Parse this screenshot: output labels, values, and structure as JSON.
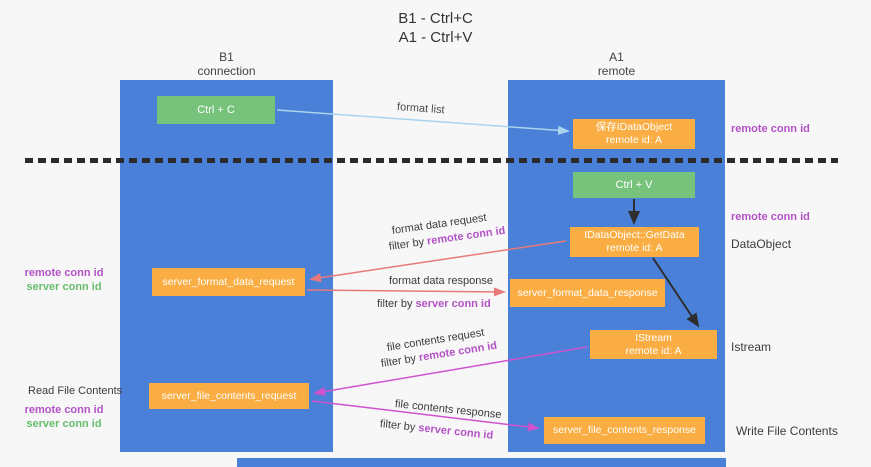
{
  "title": {
    "line1": "B1 - Ctrl+C",
    "line2": "A1 - Ctrl+V"
  },
  "columns": {
    "left": {
      "name": "B1",
      "role": "connection"
    },
    "right": {
      "name": "A1",
      "role": "remote"
    }
  },
  "boxes": {
    "ctrl_c": {
      "label": "Ctrl + C"
    },
    "save_dataobject": {
      "line1": "保存IDataObject",
      "line2": "remote id: A"
    },
    "ctrl_v": {
      "label": "Ctrl + V"
    },
    "getdata": {
      "line1": "IDataObject::GetData",
      "line2": "remote id: A"
    },
    "format_request": {
      "label": "server_format_data_request"
    },
    "format_response": {
      "label": "server_format_data_response"
    },
    "istream": {
      "line1": "IStream",
      "line2": "remote id: A"
    },
    "file_request": {
      "label": "server_file_contents_request"
    },
    "file_response": {
      "label": "server_file_contents_response"
    }
  },
  "messages": {
    "format_list": "format list",
    "filter_prefix": "filter by ",
    "format_request": {
      "text": "format data request",
      "filter_key": "remote conn id"
    },
    "format_response": {
      "text": "format data response",
      "filter_key": "server conn id"
    },
    "file_request": {
      "text": "file contents request",
      "filter_key": "remote conn id"
    },
    "file_response": {
      "text": "file contents response",
      "filter_key": "server conn id"
    }
  },
  "side_labels": {
    "right_remote_conn_1": "remote conn id",
    "right_remote_conn_2": "remote conn id",
    "right_dataobject": "DataObject",
    "right_istream": "Istream",
    "right_write_file": "Write File Contents",
    "left_remote_conn_1": "remote conn id",
    "left_server_conn_1": "server conn id",
    "left_read_file": "Read File Contents",
    "left_remote_conn_2": "remote conn id",
    "left_server_conn_2": "server conn id"
  },
  "colors": {
    "lifeline_blue": "#4a80d8",
    "box_green": "#77c37c",
    "box_orange": "#f9ad42",
    "arrow_light_blue": "#a9d4ee",
    "arrow_salmon": "#e87a7a",
    "arrow_magenta": "#cf52cf",
    "arrow_black": "#2e2e2e",
    "label_purple": "#b352c5",
    "label_green": "#67bd6c"
  }
}
